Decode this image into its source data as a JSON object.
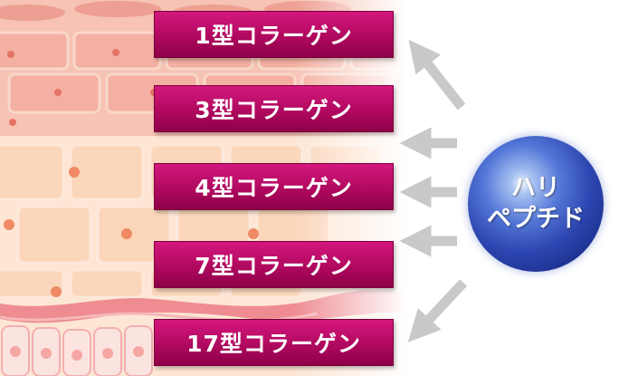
{
  "labels": [
    "1型コラーゲン",
    "3型コラーゲン",
    "4型コラーゲン",
    "7型コラーゲン",
    "17型コラーゲン"
  ],
  "circle": {
    "line1": "ハリ",
    "line2": "ペプチド"
  },
  "colors": {
    "label_fill": "#b0095f",
    "circle_fill": "#2c45b0",
    "arrow": "#c9c9c9",
    "skin_top": "#f4b2a8",
    "skin_mid": "#fbd5b8"
  }
}
